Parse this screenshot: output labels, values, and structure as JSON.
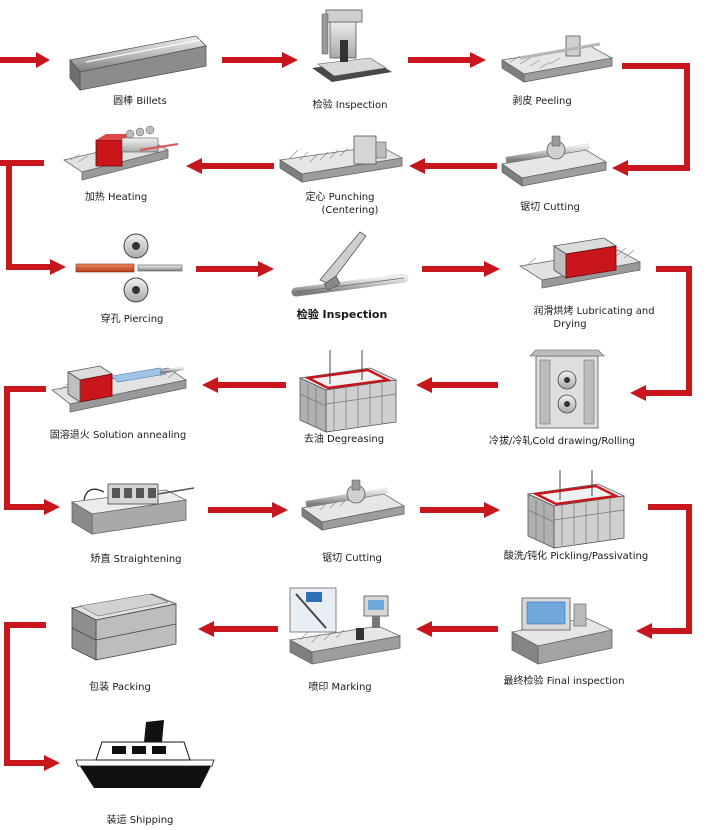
{
  "colors": {
    "arrow": "#c8161c",
    "machine_gray": "#d6d6d6",
    "dark": "#3a3a3a",
    "accent_red": "#c8161c",
    "accent_blue": "#9fc4e8"
  },
  "steps": [
    {
      "label": "圆棒  Billets",
      "icon": "billets-icon"
    },
    {
      "label": "检验   Inspection",
      "icon": "inspection-press-icon"
    },
    {
      "label": "剥皮 Peeling",
      "icon": "peeling-machine-icon"
    },
    {
      "label": "锯切 Cutting",
      "icon": "saw-cutting-icon"
    },
    {
      "label": "定心  Punching",
      "label2": "(Centering)",
      "icon": "centering-machine-icon"
    },
    {
      "label": "加热  Heating",
      "icon": "heating-furnace-icon"
    },
    {
      "label": "穿孔 Piercing",
      "icon": "piercing-rolls-icon"
    },
    {
      "label": "检验 Inspection",
      "icon": "inspection-probe-icon"
    },
    {
      "label": "润滑烘烤 Lubricating and",
      "label2": "Drying",
      "icon": "lubricating-oven-icon"
    },
    {
      "label": "冷拔/冷轧Cold drawing/Rolling",
      "icon": "cold-rolling-mill-icon"
    },
    {
      "label": "去油   Degreasing",
      "icon": "degreasing-tank-icon"
    },
    {
      "label": "固溶退火 Solution annealing",
      "icon": "annealing-furnace-icon"
    },
    {
      "label": "矫直  Straightening",
      "icon": "straightening-machine-icon"
    },
    {
      "label": "锯切 Cutting",
      "icon": "saw-cutting-icon"
    },
    {
      "label": "酸洗/钝化 Pickling/Passivating",
      "icon": "pickling-tank-icon"
    },
    {
      "label": "最终检验  Final inspection",
      "icon": "final-inspection-station-icon"
    },
    {
      "label": "喷印  Marking",
      "icon": "marking-machine-icon"
    },
    {
      "label": "包装   Packing",
      "icon": "packing-crates-icon"
    },
    {
      "label": "装运    Shipping",
      "icon": "shipping-vessel-icon"
    }
  ]
}
